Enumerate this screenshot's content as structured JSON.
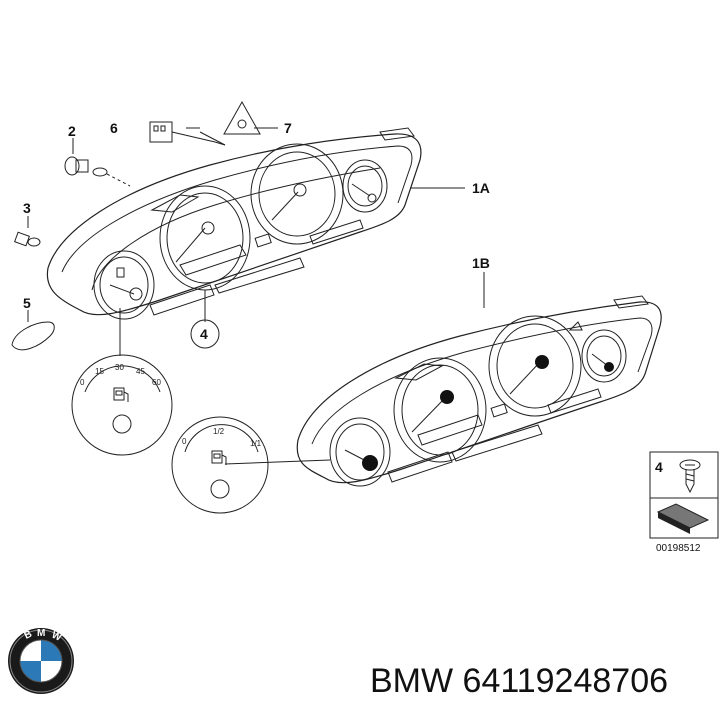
{
  "callouts": {
    "c1a": "1A",
    "c1b": "1B",
    "c2": "2",
    "c3": "3",
    "c4": "4",
    "c5": "5",
    "c6": "6",
    "c7": "7",
    "c4_legend": "4"
  },
  "dial_temp": {
    "ticks": [
      "0",
      "15",
      "30",
      "45",
      "60"
    ]
  },
  "dial_fuel": {
    "ticks": [
      "0",
      "1/2",
      "1/1"
    ]
  },
  "legend_box": {
    "code": "00198512"
  },
  "footer": {
    "brand": "BMW",
    "part_number": "64119248706",
    "caption": "BMW 64119248706"
  },
  "icons": [
    "bmw-logo-icon",
    "fuel-pump-icon",
    "warning-triangle-icon",
    "screw-icon"
  ]
}
